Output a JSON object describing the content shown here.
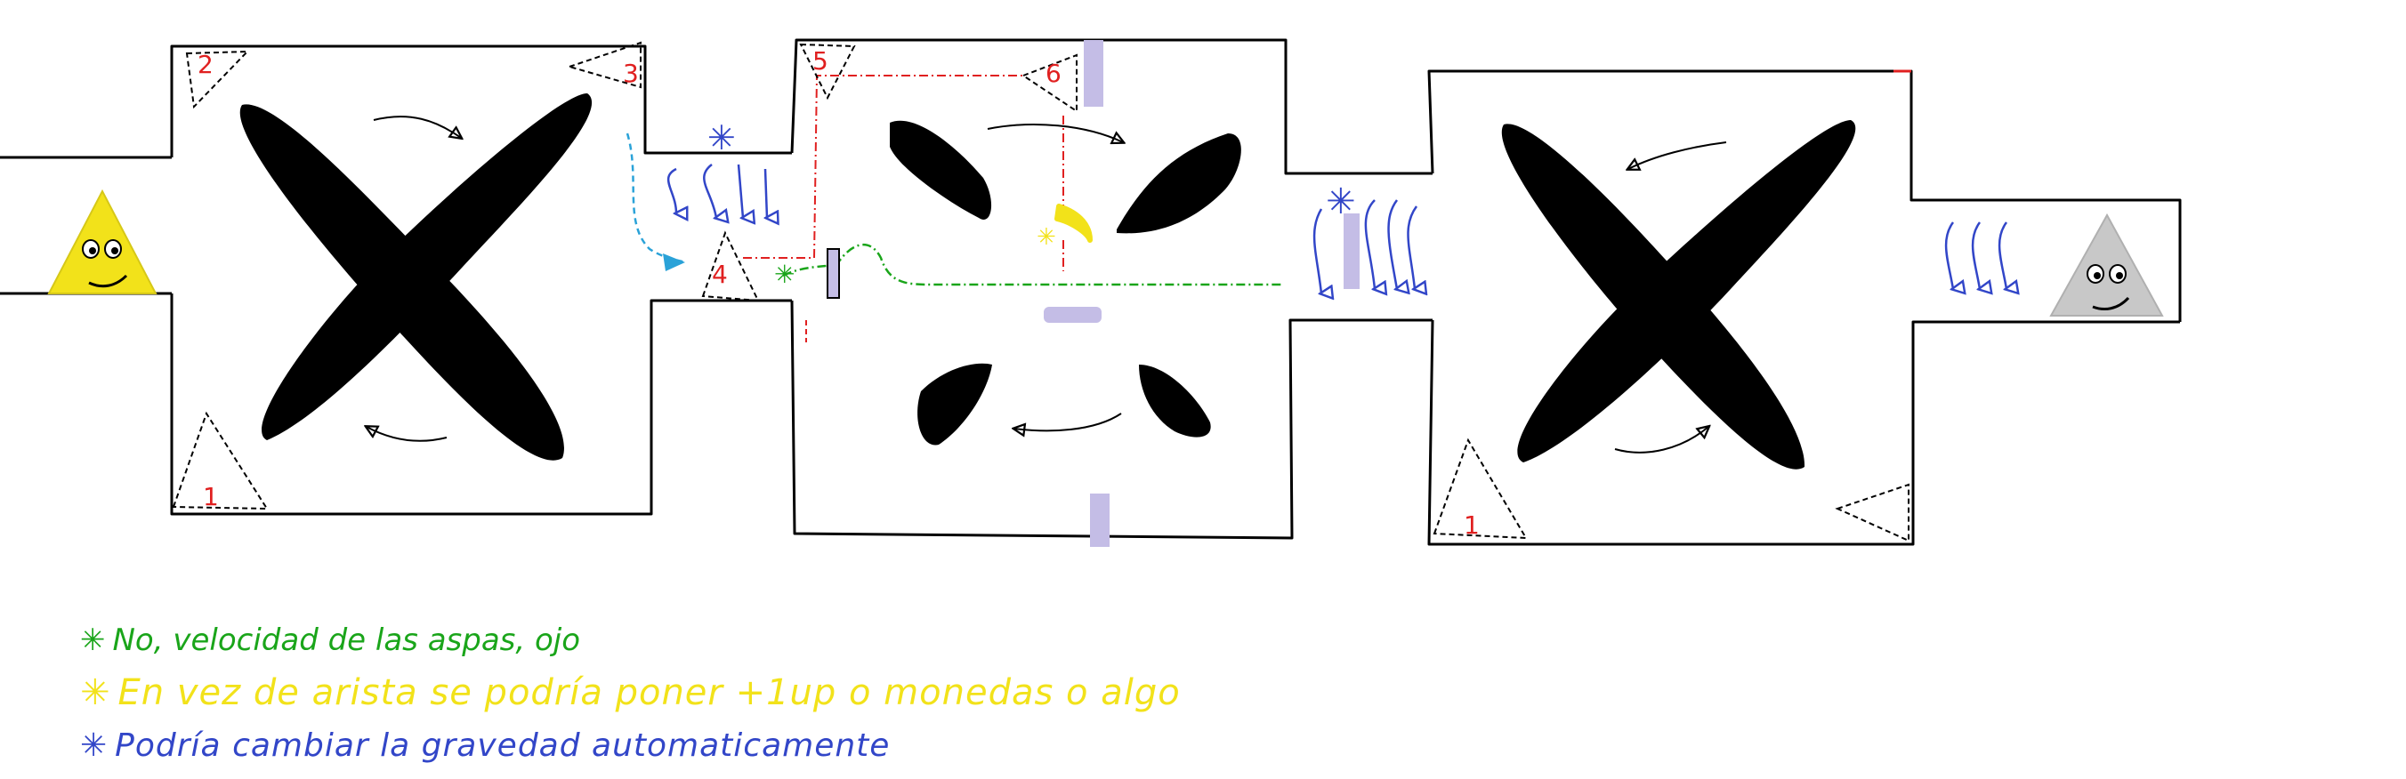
{
  "colors": {
    "ink": "#000000",
    "red": "#e02020",
    "green": "#1aa51a",
    "yellow": "#f2e21a",
    "blue": "#3246c8",
    "cyan": "#2aa2d8",
    "lavender": "#c4bde6",
    "gray": "#c8c8c8"
  },
  "rooms": [
    {
      "name": "left-room",
      "triangle_labels": [
        "2",
        "3",
        "1"
      ],
      "fan": "cross-blade-fan-cw"
    },
    {
      "name": "middle-room",
      "triangle_labels": [
        "5",
        "6",
        "4"
      ],
      "fan": "four-blade-fan"
    },
    {
      "name": "right-room",
      "triangle_labels": [
        "1"
      ],
      "fan": "cross-blade-fan-ccw"
    }
  ],
  "characters": {
    "start": {
      "color": "yellow",
      "face": "smile"
    },
    "goal": {
      "color": "gray",
      "face": "smile"
    }
  },
  "notes": {
    "green": {
      "star": "✳",
      "text": "No, velocidad de las aspas, ojo"
    },
    "yellow": {
      "star": "✳",
      "text": "En vez de arista se podría poner +1up o monedas o algo"
    },
    "blue": {
      "star": "✳",
      "text": "Podría cambiar la gravedad automaticamente"
    }
  }
}
